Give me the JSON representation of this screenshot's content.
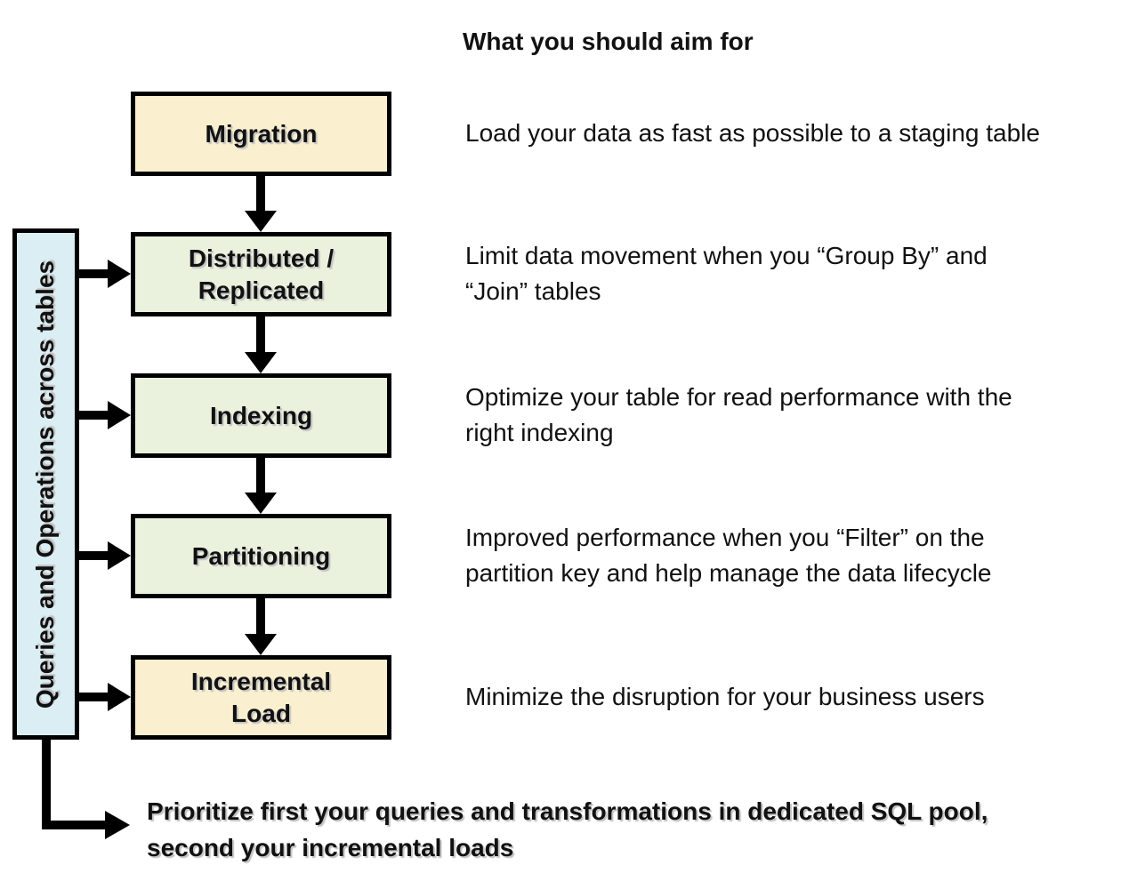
{
  "title": "What you should aim for",
  "sidebar": {
    "label": "Queries and Operations across tables"
  },
  "steps": [
    {
      "label": "Migration",
      "color": "#FAEFCE",
      "description": "Load your data as fast as possible to a staging table",
      "lines": [
        "Load your data as fast as possible to a staging table"
      ]
    },
    {
      "label": "Distributed / Replicated",
      "color": "#EAF1DD",
      "description": "Limit data movement when you “Group By” and “Join” tables",
      "lines": [
        "Limit data movement when you “Group By” and",
        "“Join” tables"
      ]
    },
    {
      "label": "Indexing",
      "color": "#EAF1DD",
      "description": "Optimize your table for read performance with the right indexing",
      "lines": [
        "Optimize your table for read performance with the",
        "right indexing"
      ]
    },
    {
      "label": "Partitioning",
      "color": "#EAF1DD",
      "description": "Improved performance when you “Filter” on the partition key and help manage the data lifecycle",
      "lines": [
        "Improved performance when you “Filter” on the",
        "partition key and help manage the data lifecycle"
      ]
    },
    {
      "label": "Incremental Load",
      "color": "#FAEFCE",
      "description": "Minimize the disruption for your business users",
      "lines": [
        "Minimize the disruption for your business users"
      ]
    }
  ],
  "footer": {
    "text": "Prioritize first your queries and transformations in dedicated SQL pool, second your incremental loads",
    "lines": [
      "Prioritize first your queries and transformations in dedicated SQL pool,",
      "second your incremental loads"
    ]
  },
  "colors": {
    "cream_box": "#FAEFCE",
    "green_box": "#EAF1DD",
    "blue_sidebar": "#DAEEF3",
    "line": "#000000",
    "background": "#FFFFFF"
  }
}
